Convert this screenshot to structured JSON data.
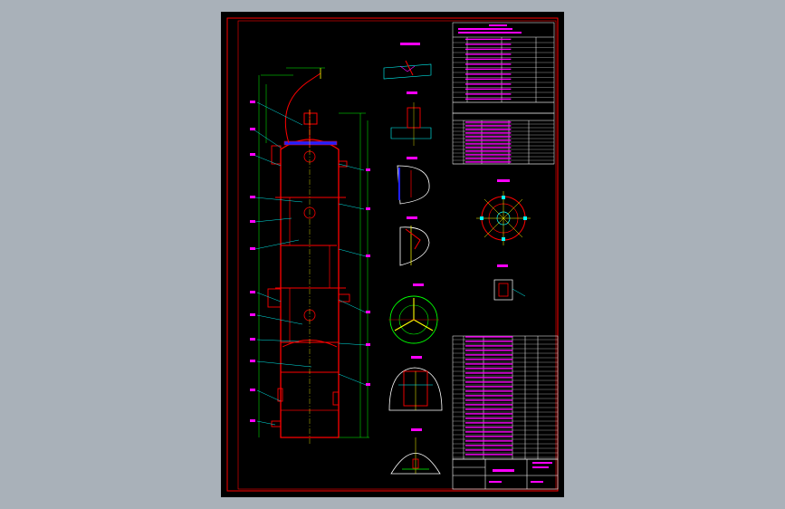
{
  "drawing": {
    "background_color": "#a9b1b9",
    "sheet_color": "#000000",
    "frame_color": "#ff0000",
    "colors": {
      "vessel": "#ff0000",
      "dimension": "#00ff00",
      "leader": "#00ffff",
      "text": "#ff00ff",
      "table": "#ffffff",
      "tray_liquid": "#0000ff",
      "detail_yellow": "#ffff00"
    },
    "views": [
      "main-vessel-elevation",
      "weld-detail-1",
      "nozzle-detail-2",
      "head-detail-3",
      "head-detail-4",
      "spider-support-plan",
      "small-flange-detail",
      "radial-plan-section",
      "support-skirt-detail",
      "bottom-head-detail"
    ],
    "tables": [
      "technical-requirements",
      "design-data",
      "nozzle-schedule",
      "parts-list",
      "title-block"
    ]
  }
}
